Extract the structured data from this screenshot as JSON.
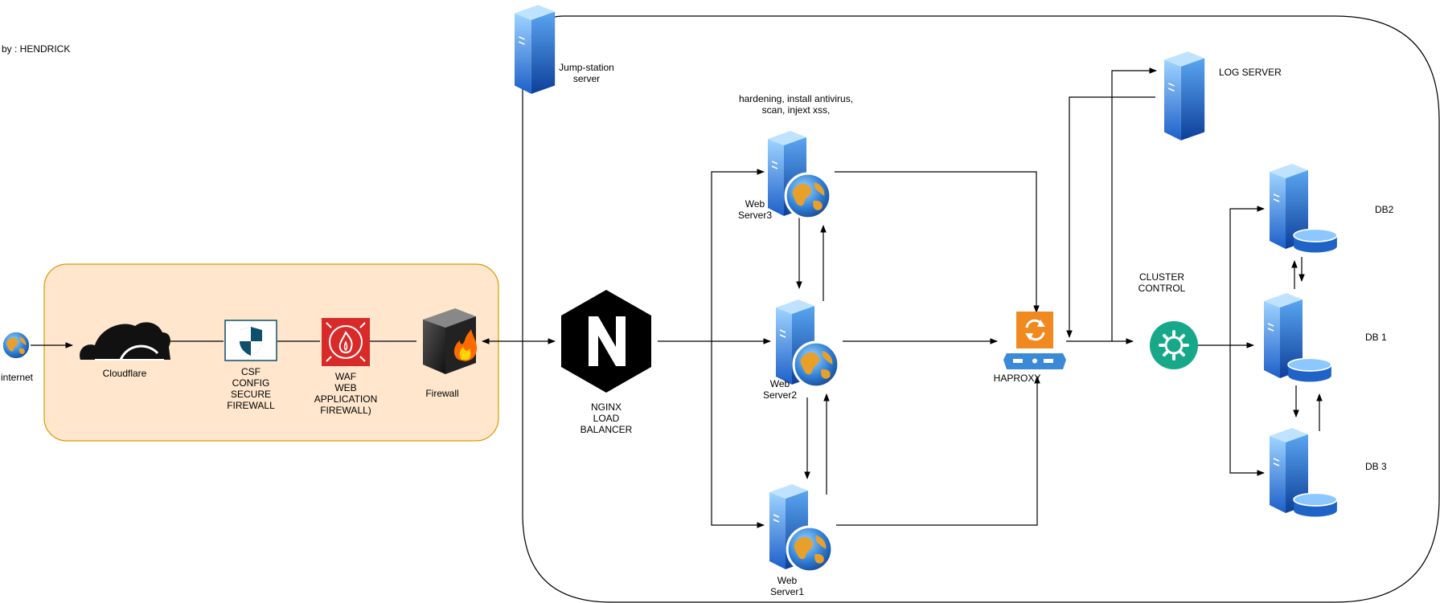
{
  "author": "by : HENDRICK",
  "labels": {
    "internet": "internet",
    "cloudflare": "Cloudflare",
    "csf": "CSF\nCONFIG\nSECURE\nFIREWALL",
    "waf": "WAF\nWEB\nAPPLICATION\nFIREWALL)",
    "firewall": "Firewall",
    "jump": "Jump-station\nserver",
    "nginx": "NGINX\nLOAD\nBALANCER",
    "hardening": "hardening, install antivirus,\nscan, injext xss,",
    "web3": "Web\nServer3",
    "web2": "Web\nServer2",
    "web1": "Web\nServer1",
    "haproxy": "HAPROXY",
    "log": "LOG SERVER",
    "cluster": "CLUSTER\nCONTROL",
    "db2": "DB2",
    "db1": "DB 1",
    "db3": "DB 3"
  },
  "colors": {
    "zone_fill": "#ffe6cc",
    "zone_stroke": "#d79b00",
    "server_blue": "#2e7ad8",
    "waf_red": "#d92a2a",
    "csf_teal": "#0d4f6c",
    "haproxy_orange": "#f0891f",
    "haproxy_blue": "#3a8ad8",
    "cluster_green": "#17a88a"
  },
  "icons": [
    "globe-icon",
    "cloudflare-icon",
    "shield-icon",
    "waf-icon",
    "firewall-icon",
    "server-icon",
    "nginx-icon",
    "web-server-icon",
    "haproxy-icon",
    "cluster-control-icon",
    "database-server-icon"
  ]
}
